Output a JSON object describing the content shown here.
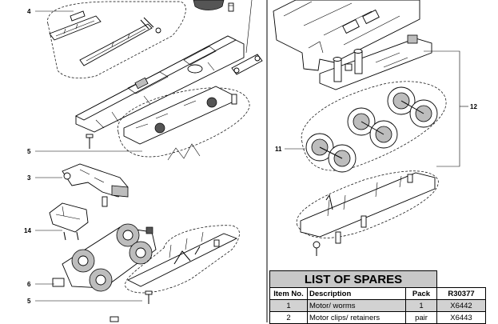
{
  "callouts": [
    {
      "id": "c4",
      "label": "4"
    },
    {
      "id": "c5a",
      "label": "5"
    },
    {
      "id": "c3",
      "label": "3"
    },
    {
      "id": "c14",
      "label": "14"
    },
    {
      "id": "c6",
      "label": "6"
    },
    {
      "id": "c5b",
      "label": "5"
    },
    {
      "id": "c11",
      "label": "11"
    },
    {
      "id": "c12",
      "label": "12"
    }
  ],
  "spares": {
    "title": "LIST OF SPARES",
    "headers": {
      "item": "Item No.",
      "description": "Description",
      "pack": "Pack",
      "code": "R30377"
    },
    "rows": [
      {
        "item": "1",
        "description": "Motor/ worms",
        "pack": "1",
        "code": "X6442"
      },
      {
        "item": "2",
        "description": "Motor clips/ retainers",
        "pack": "pair",
        "code": "X6443"
      }
    ]
  }
}
